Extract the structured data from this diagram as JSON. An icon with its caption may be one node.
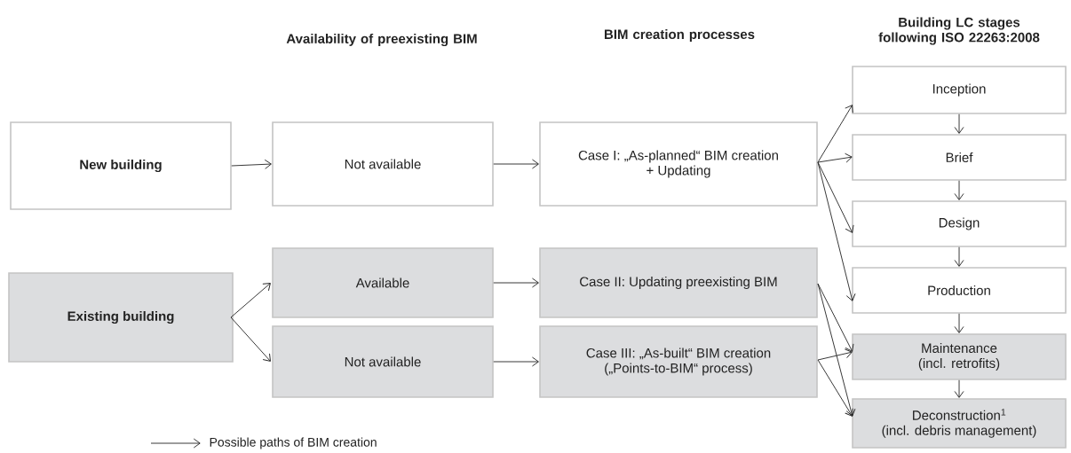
{
  "diagram": {
    "nodes": [
      {
        "text": [
          "New building"
        ]
      },
      {
        "text": [
          "Not available"
        ]
      },
      {
        "text": [
          "Case I: „As-planned“ BIM creation",
          "+ Updating"
        ]
      },
      {
        "text": [
          "Existing building"
        ]
      },
      {
        "text": [
          "Available"
        ]
      },
      {
        "text": [
          "Not available"
        ]
      },
      {
        "text": [
          "Case II: Updating preexisting BIM"
        ]
      },
      {
        "text": [
          "Case III: „As-built“ BIM creation",
          "(„Points-to-BIM“ process)"
        ]
      },
      {
        "text": [
          "Inception"
        ]
      },
      {
        "text": [
          "Brief"
        ]
      },
      {
        "text": [
          "Design"
        ]
      },
      {
        "text": [
          "Production"
        ]
      },
      {
        "text": [
          "Maintenance",
          "(incl. retrofits)"
        ]
      },
      {
        "text": [
          "Deconstruction$^{1}$",
          "(incl. debris management)"
        ]
      }
    ],
    "edges": [
      {
        "from": 0,
        "to": 1,
        "arrow": "to"
      },
      {
        "from": 1,
        "to": 2,
        "arrow": "to"
      },
      {
        "from": 3,
        "to": 4,
        "arrow": "to"
      },
      {
        "from": 3,
        "to": 5,
        "arrow": "to"
      },
      {
        "from": 4,
        "to": 6,
        "arrow": "to"
      },
      {
        "from": 5,
        "to": 7,
        "arrow": "to"
      },
      {
        "from": 2,
        "to": 8,
        "arrow": "to"
      },
      {
        "from": 2,
        "to": 9,
        "arrow": "to"
      },
      {
        "from": 2,
        "to": 10,
        "arrow": "to"
      },
      {
        "from": 2,
        "to": 11,
        "arrow": "to"
      },
      {
        "from": 6,
        "to": 12,
        "arrow": "to"
      },
      {
        "from": 6,
        "to": 13,
        "arrow": "to"
      },
      {
        "from": 7,
        "to": 12,
        "arrow": "to"
      },
      {
        "from": 7,
        "to": 13,
        "arrow": "to"
      },
      {
        "from": 8,
        "to": 9,
        "arrow": "to"
      },
      {
        "from": 9,
        "to": 10,
        "arrow": "to"
      },
      {
        "from": 10,
        "to": 11,
        "arrow": "to"
      },
      {
        "from": 11,
        "to": 12,
        "arrow": "to"
      },
      {
        "from": 12,
        "to": 13,
        "arrow": "to"
      }
    ],
    "labels": [
      "Availability of preexisting BIM",
      "BIM creation processes",
      "Building LC stages following ISO 22263:2008"
    ],
    "legend": [
      {
        "text": "Possible paths of BIM creation"
      }
    ]
  }
}
